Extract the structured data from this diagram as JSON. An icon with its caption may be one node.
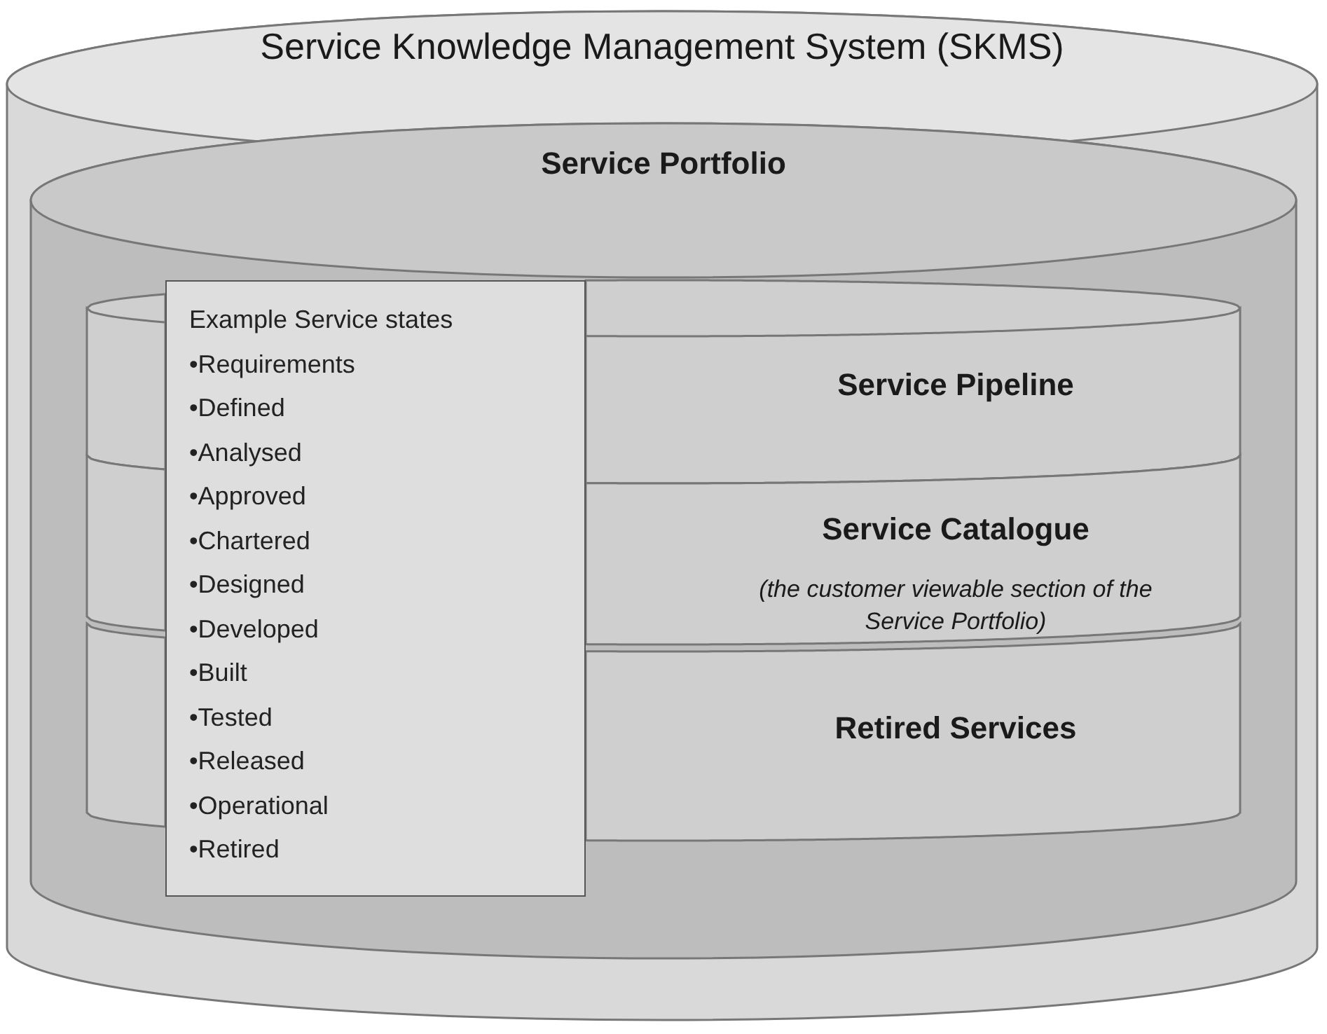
{
  "diagram": {
    "nodes": [
      {
        "text": [
          "Service Knowledge Management System (SKMS)"
        ]
      },
      {
        "text": [
          "Service Portfolio"
        ],
        "in": 0
      },
      {
        "text": [
          "Service Pipeline"
        ],
        "in": 1
      },
      {
        "text": [
          "Service Catalogue",
          "(the customer viewable section of the Service Portfolio)"
        ],
        "in": 1
      },
      {
        "text": [
          "Retired Services"
        ],
        "in": 1
      },
      {
        "text": [
          "Example Service states",
          "•Requirements",
          "•Defined",
          "•Analysed",
          "•Approved",
          "•Chartered",
          "•Designed",
          "•Developed",
          "•Built",
          "•Tested",
          "•Released",
          "•Operational",
          "•Retired"
        ],
        "in": 1
      }
    ],
    "edges": []
  }
}
